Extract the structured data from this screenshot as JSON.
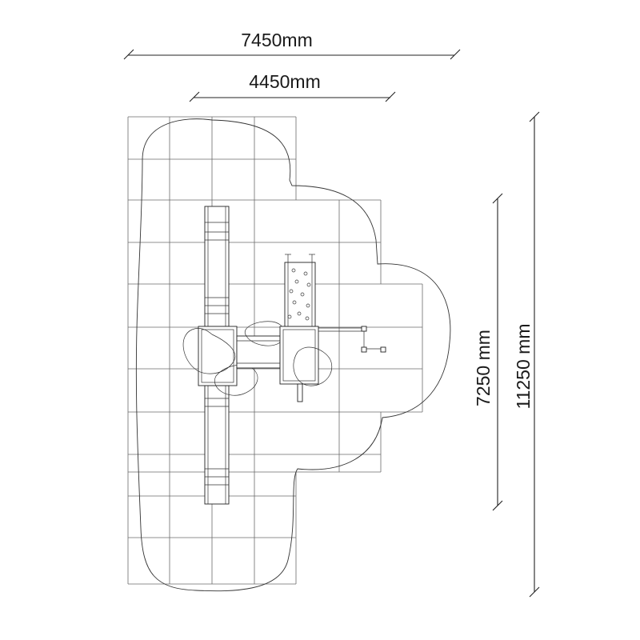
{
  "dimensions": {
    "overall_width": "7450mm",
    "inner_width": "4450mm",
    "inner_height": "7250 mm",
    "overall_height": "11250 mm"
  }
}
